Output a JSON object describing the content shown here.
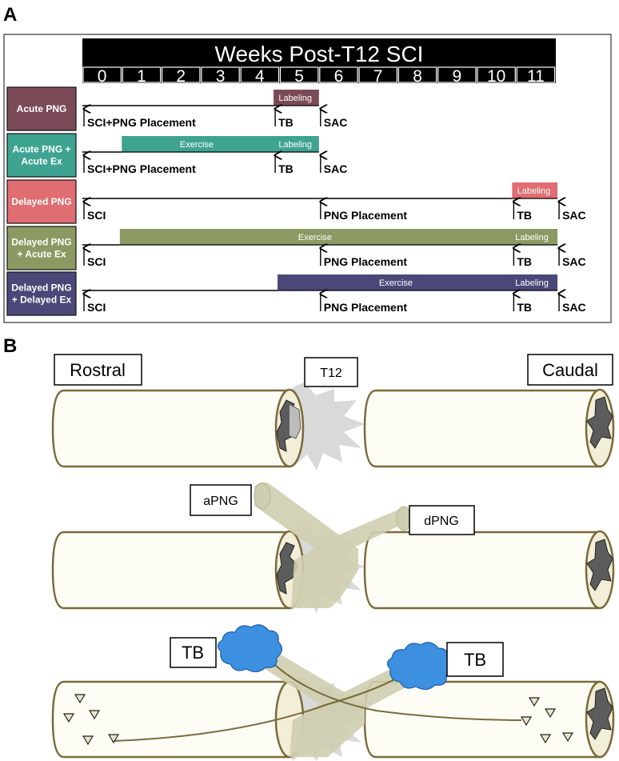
{
  "panel_a": {
    "letter": "A",
    "timeline_title": "Weeks  Post-T12 SCI",
    "weeks": [
      "0",
      "1",
      "2",
      "3",
      "4",
      "5",
      "6",
      "7",
      "8",
      "9",
      "10",
      "11"
    ],
    "groups": [
      {
        "label_lines": [
          "Acute PNG"
        ],
        "color": "#7a4a58",
        "bars": [
          {
            "start": 4.85,
            "end": 6.0,
            "segments": [
              {
                "text": "Labeling",
                "at": 5.4
              }
            ],
            "color": "#7a4a58"
          }
        ],
        "events": [
          {
            "week": 0,
            "text": "SCI+PNG Placement"
          },
          {
            "week": 4.85,
            "text": "TB"
          },
          {
            "week": 6.0,
            "text": "SAC"
          }
        ]
      },
      {
        "label_lines": [
          "Acute PNG +",
          "Acute Ex"
        ],
        "color": "#3fa391",
        "bars": [
          {
            "start": 1.0,
            "end": 6.0,
            "segments": [
              {
                "text": "Exercise",
                "at": 2.9
              },
              {
                "text": "Labeling",
                "at": 5.4
              }
            ],
            "color": "#3fa391"
          }
        ],
        "events": [
          {
            "week": 0,
            "text": "SCI+PNG Placement"
          },
          {
            "week": 4.85,
            "text": "TB"
          },
          {
            "week": 6.0,
            "text": "SAC"
          }
        ]
      },
      {
        "label_lines": [
          "Delayed PNG"
        ],
        "color": "#df6d72",
        "bars": [
          {
            "start": 10.9,
            "end": 12.05,
            "segments": [
              {
                "text": "Labeling",
                "at": 11.45
              }
            ],
            "color": "#df6d72"
          }
        ],
        "events": [
          {
            "week": 0,
            "text": "SCI"
          },
          {
            "week": 6.0,
            "text": "PNG Placement"
          },
          {
            "week": 10.9,
            "text": "TB"
          },
          {
            "week": 12.05,
            "text": "SAC"
          }
        ]
      },
      {
        "label_lines": [
          "Delayed PNG",
          "+ Acute Ex"
        ],
        "color": "#8a9a62",
        "bars": [
          {
            "start": 0.95,
            "end": 12.05,
            "segments": [
              {
                "text": "Exercise",
                "at": 5.9
              },
              {
                "text": "Labeling",
                "at": 11.4
              }
            ],
            "color": "#8a9a62"
          }
        ],
        "events": [
          {
            "week": 0,
            "text": "SCI"
          },
          {
            "week": 6.0,
            "text": "PNG Placement"
          },
          {
            "week": 10.9,
            "text": "TB"
          },
          {
            "week": 12.05,
            "text": "SAC"
          }
        ]
      },
      {
        "label_lines": [
          "Delayed PNG",
          "+ Delayed Ex"
        ],
        "color": "#4a4878",
        "bars": [
          {
            "start": 4.95,
            "end": 12.05,
            "segments": [
              {
                "text": "Exercise",
                "at": 7.95
              },
              {
                "text": "Labeling",
                "at": 11.4
              }
            ],
            "color": "#4a4878"
          }
        ],
        "events": [
          {
            "week": 0,
            "text": "SCI"
          },
          {
            "week": 6.0,
            "text": "PNG Placement"
          },
          {
            "week": 10.9,
            "text": "TB"
          },
          {
            "week": 12.05,
            "text": "SAC"
          }
        ]
      }
    ]
  },
  "panel_b": {
    "letter": "B",
    "rostral": "Rostral",
    "caudal": "Caudal",
    "t12": "T12",
    "apng": "aPNG",
    "dpng": "dPNG",
    "tb_left": "TB",
    "tb_right": "TB",
    "colors": {
      "cord_fill": "#fefdf5",
      "cord_stroke": "#7a6a3a",
      "graft": "#cfceb0",
      "tb_blue": "#3d8fe0",
      "lesion_gray": "#c8c8c8",
      "gray_matter": "#5a5a5a"
    }
  }
}
